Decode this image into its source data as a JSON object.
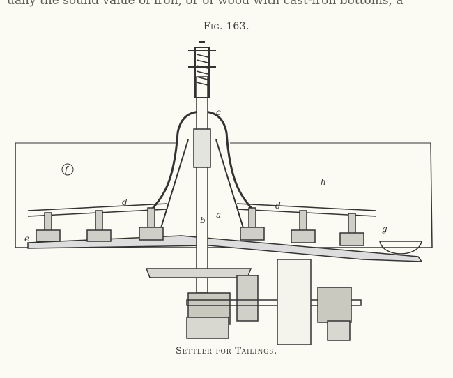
{
  "page": {
    "body_text_top": "ually the sound value of iron, or of wood with cast-iron bottoms, a",
    "figure_number": "Fig. 163.",
    "caption": "Settler for Tailings."
  },
  "figure": {
    "labels": {
      "a": "a",
      "b": "b",
      "c": "c",
      "d1": "d",
      "d2": "d",
      "e": "e",
      "f": "f",
      "g": "g",
      "h": "h"
    }
  }
}
